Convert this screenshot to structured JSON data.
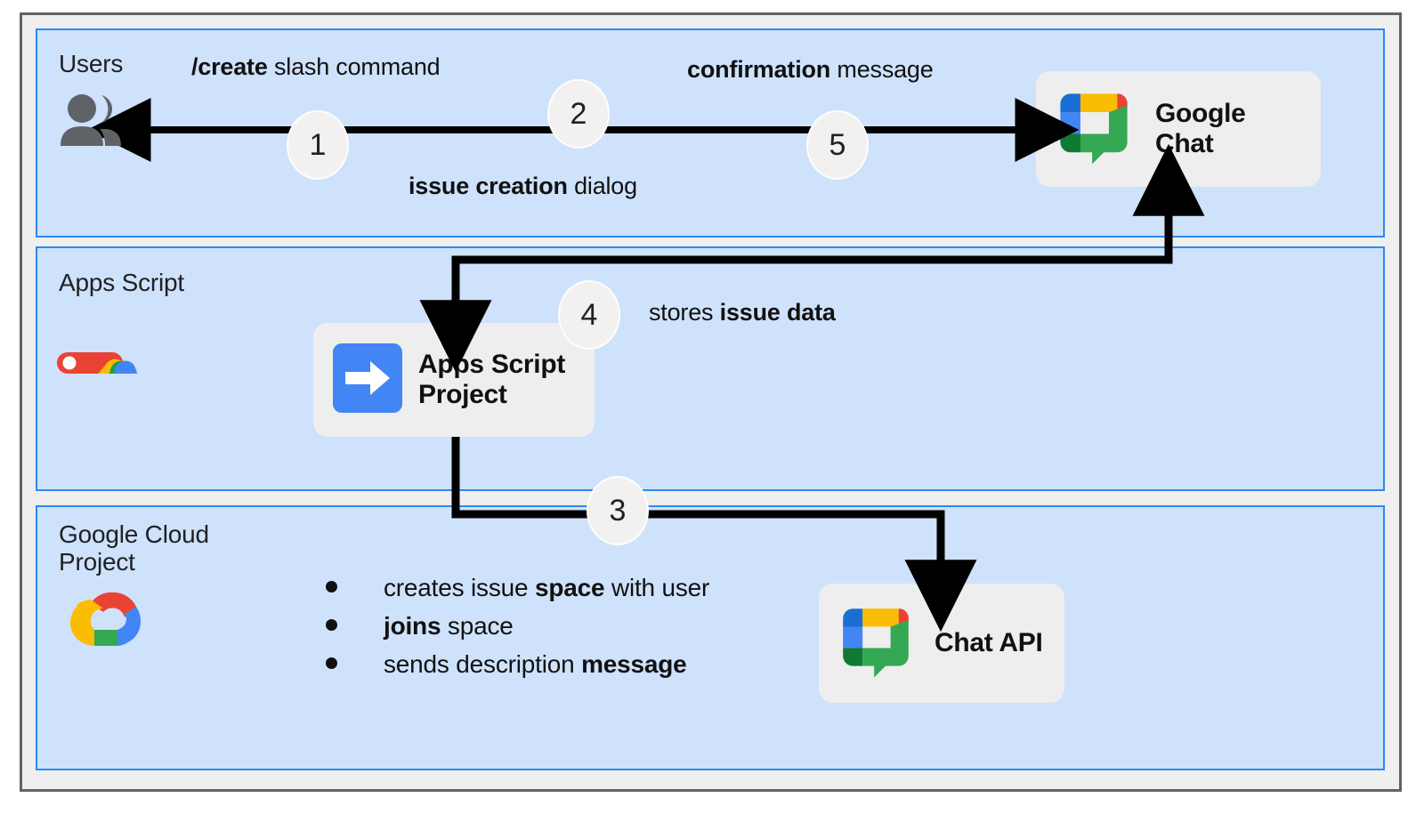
{
  "diagram": {
    "title": "Google Chat issue management app architecture",
    "colors": {
      "lane_fill": "#cfe2fb",
      "lane_border": "#2b8af0",
      "frame_bg": "#efefef",
      "frame_border": "#5f6368",
      "card_bg": "#eeeeee",
      "step_bg": "#f2f1ef",
      "arrow": "#000000",
      "users_icon": "#5f6368",
      "google_blue": "#4285f4",
      "google_red": "#ea4335",
      "google_yellow": "#fbbc04",
      "google_green": "#34a853",
      "chat_green": "#34a853",
      "chat_dark_green": "#0f7a33",
      "chat_dark_blue": "#1a6fd4"
    }
  },
  "lanes": [
    {
      "id": "users",
      "title": "Users",
      "icon": "users-icon"
    },
    {
      "id": "apps",
      "title": "Apps Script",
      "icon": "apps-script-logo"
    },
    {
      "id": "cloud",
      "title": "Google Cloud\nProject",
      "icon": "google-cloud-logo"
    }
  ],
  "cards": [
    {
      "id": "google-chat",
      "label": "Google\nChat",
      "icon": "google-chat-logo"
    },
    {
      "id": "apps-script-project",
      "label": "Apps Script\nProject",
      "icon": "apps-script-project-icon"
    },
    {
      "id": "chat-api",
      "label": "Chat API",
      "icon": "google-chat-logo"
    }
  ],
  "steps": [
    {
      "number": "1"
    },
    {
      "number": "2"
    },
    {
      "number": "3"
    },
    {
      "number": "4"
    },
    {
      "number": "5"
    }
  ],
  "captions": {
    "slash_command_bold": "/create",
    "slash_command_rest": " slash command",
    "confirmation_bold": "confirmation",
    "confirmation_rest": " message",
    "issue_dialog_bold": "issue creation",
    "issue_dialog_rest": " dialog",
    "stores_rest_pre": "stores ",
    "stores_bold": "issue data"
  },
  "cloud_actions": [
    {
      "pre": "creates issue ",
      "bold": "space",
      "post": " with user"
    },
    {
      "pre": "",
      "bold": "joins",
      "post": " space"
    },
    {
      "pre": "sends description ",
      "bold": "message",
      "post": ""
    }
  ]
}
